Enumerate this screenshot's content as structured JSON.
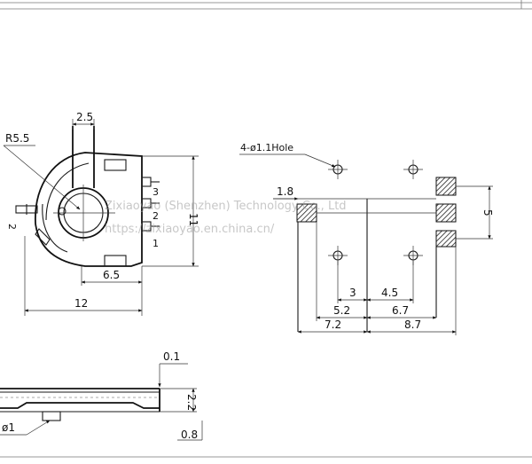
{
  "dimensions": {
    "top_width": "2.5",
    "radius": "R5.5",
    "height": "11",
    "tab_width": "6.5",
    "overall_width": "12",
    "hole_note": "4-ø1.1Hole",
    "pad_offset": "1.8",
    "pad_pitch": "5",
    "hole_pitch_a": "3",
    "hole_pitch_b": "4.5",
    "row2_a": "5.2",
    "row2_b": "6.7",
    "row3_a": "7.2",
    "row3_b": "8.7",
    "clearance": "0.1",
    "body_height": "2.2",
    "pin_dia": "ø1",
    "pin_height": "0.8"
  },
  "pins": {
    "p1": "1",
    "p2": "2",
    "p3": "3",
    "p_left": "2"
  },
  "watermark": {
    "line1": "Zixiaoyao (Shenzhen) Technology Co., Ltd",
    "line2": "https://zixiaoyao.en.china.cn/"
  }
}
